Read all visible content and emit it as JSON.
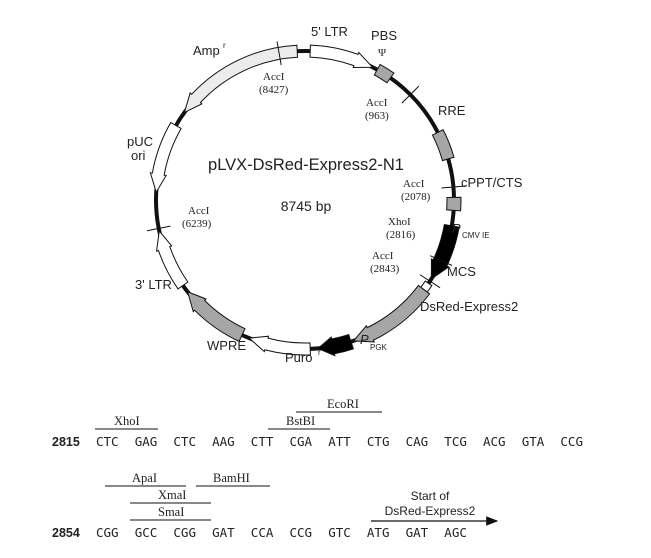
{
  "plasmid": {
    "name": "pLVX-DsRed-Express2-N1",
    "size": "8745 bp"
  },
  "features": {
    "ltr5": "5' LTR",
    "pbs": "PBS",
    "psi": "Ψ",
    "rre": "RRE",
    "cppt": "cPPT/CTS",
    "pcmv_p": "P",
    "pcmv_sub": "CMV IE",
    "mcs": "MCS",
    "dsred": "DsRed-Express2",
    "ppgk_p": "P",
    "ppgk_sub": "PGK",
    "puro": "Puro",
    "puro_sup": "r",
    "wpre": "WPRE",
    "ltr3": "3' LTR",
    "puc_line1": "pUC",
    "puc_line2": "ori",
    "amp": "Amp",
    "amp_sup": "r"
  },
  "sites": {
    "acci_8427": {
      "name": "AccI",
      "pos": "(8427)"
    },
    "acci_963": {
      "name": "AccI",
      "pos": "(963)"
    },
    "acci_2078": {
      "name": "AccI",
      "pos": "(2078)"
    },
    "xhoi_2816": {
      "name": "XhoI",
      "pos": "(2816)"
    },
    "acci_2843": {
      "name": "AccI",
      "pos": "(2843)"
    },
    "acci_6239": {
      "name": "AccI",
      "pos": "(6239)"
    }
  },
  "sequence": {
    "line1": {
      "number": "2815",
      "codons": [
        "CTC",
        "GAG",
        "CTC",
        "AAG",
        "CTT",
        "CGA",
        "ATT",
        "CTG",
        "CAG",
        "TCG",
        "ACG",
        "GTA",
        "CCG"
      ],
      "enzymes": {
        "xhoi": "XhoI",
        "bstbi": "BstBI",
        "ecori": "EcoRI"
      }
    },
    "line2": {
      "number": "2854",
      "codons": [
        "CGG",
        "GCC",
        "CGG",
        "GAT",
        "CCA",
        "CCG",
        "GTC",
        "ATG",
        "GAT",
        "AGC"
      ],
      "enzymes": {
        "apai": "ApaI",
        "bamhi": "BamHI",
        "xmai": "XmaI",
        "smai": "SmaI"
      },
      "start_line1": "Start of",
      "start_line2": "DsRed-Express2"
    }
  }
}
